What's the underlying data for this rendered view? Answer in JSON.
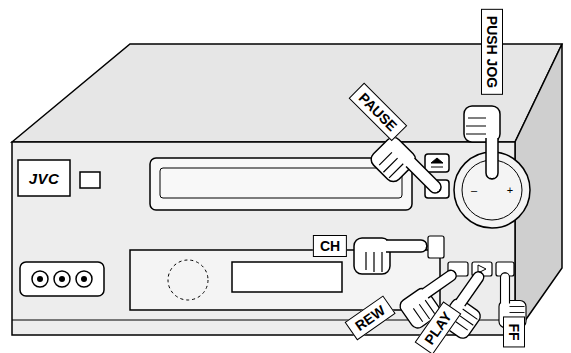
{
  "diagram": {
    "labels": [
      "JVC",
      "PUSH JOG",
      "PAUSE",
      "CH",
      "REW",
      "PLAY",
      "FF",
      "–",
      "+"
    ]
  }
}
